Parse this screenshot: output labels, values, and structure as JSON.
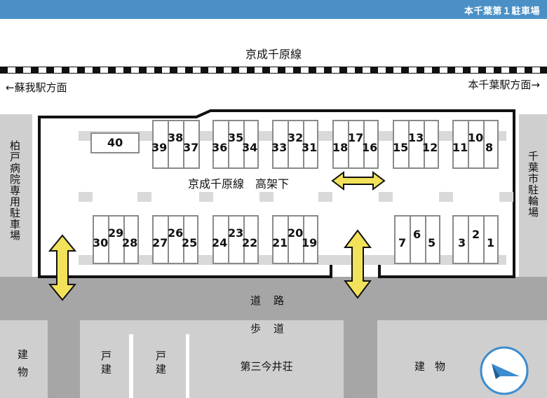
{
  "header": {
    "title": "本千葉第１駐車場"
  },
  "railway": {
    "name": "京成千原線"
  },
  "directions": {
    "left": "←蘇我駅方面",
    "right": "本千葉駅方面→"
  },
  "side_labels": {
    "left": "柏戸病院専用駐車場",
    "right": "千葉市駐輪場"
  },
  "lot": {
    "elevated_label": "京成千原線　高架下"
  },
  "road": {
    "road_label": "道路",
    "sidewalk_label": "歩道"
  },
  "buildings": {
    "b1": "建物",
    "b2": "戸建",
    "b3": "戸建",
    "b4": "第三今井荘",
    "b5": "建物"
  },
  "icons": {
    "compass": "compass-arrow-icon",
    "two_way": "double-arrow-icon"
  },
  "colors": {
    "header": "#4a90c6",
    "arrow": "#f2e25a",
    "road": "#a6a6a6",
    "block": "#cfcfcf",
    "compass": "#3c8ccf"
  },
  "spaces": {
    "s40": "40",
    "s39": "39",
    "s38": "38",
    "s37": "37",
    "s36": "36",
    "s35": "35",
    "s34": "34",
    "s33": "33",
    "s32": "32",
    "s31": "31",
    "s18": "18",
    "s17": "17",
    "s16": "16",
    "s15": "15",
    "s13": "13",
    "s12": "12",
    "s11": "11",
    "s10": "10",
    "s8": "8",
    "s30": "30",
    "s29": "29",
    "s28": "28",
    "s27": "27",
    "s26": "26",
    "s25": "25",
    "s24": "24",
    "s23": "23",
    "s22": "22",
    "s21": "21",
    "s20": "20",
    "s19": "19",
    "s7": "7",
    "s6": "6",
    "s5": "5",
    "s3": "3",
    "s2": "2",
    "s1": "1"
  }
}
